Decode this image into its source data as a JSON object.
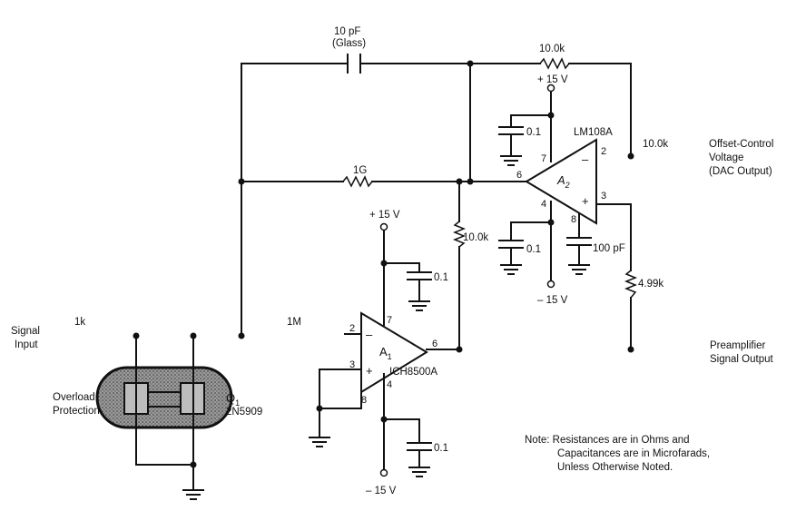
{
  "labels": {
    "cap_feedback": "10 pF",
    "cap_feedback_type": "(Glass)",
    "r_feedback_top": "10.0k",
    "plus15_a2": "+ 15 V",
    "cap_a2_top": "0.1",
    "a2_part": "LM108A",
    "a2_name": "A",
    "a2_sub": "2",
    "r_10k_right": "10.0k",
    "offset_line1": "Offset-Control",
    "offset_line2": "Voltage",
    "offset_line3": "(DAC Output)",
    "r_1g": "1G",
    "r_10k_mid": "10.0k",
    "plus15_a1": "+ 15 V",
    "cap_a1_top": "0.1",
    "cap_a2_bot": "0.1",
    "cap_100pf": "100 pF",
    "minus15_a2": "– 15 V",
    "r_499k": "4.99k",
    "signal_input_1": "Signal",
    "signal_input_2": "Input",
    "r_1k": "1k",
    "r_1m": "1M",
    "a1_name": "A",
    "a1_sub": "1",
    "a1_part": "ICH8500A",
    "preamp_1": "Preamplifier",
    "preamp_2": "Signal Output",
    "overload_1": "Overload",
    "overload_2": "Protection",
    "q1_name": "Q",
    "q1_sub": "1",
    "q1_part": "2N5909",
    "cap_a1_bot": "0.1",
    "minus15_a1": "– 15 V",
    "note_1": "Note: Resistances are in Ohms and",
    "note_2": "Capacitances are in Microfarads,",
    "note_3": "Unless Otherwise Noted."
  },
  "pins": {
    "a2_p2": "2",
    "a2_p7": "7",
    "a2_p6": "6",
    "a2_p4": "4",
    "a2_p8": "8",
    "a2_p3": "3",
    "a2_minus": "–",
    "a2_plus": "+",
    "a1_p2": "2",
    "a1_p7": "7",
    "a1_p3": "3",
    "a1_p6": "6",
    "a1_p4": "4",
    "a1_p8": "8",
    "a1_minus": "–",
    "a1_plus": "+"
  }
}
